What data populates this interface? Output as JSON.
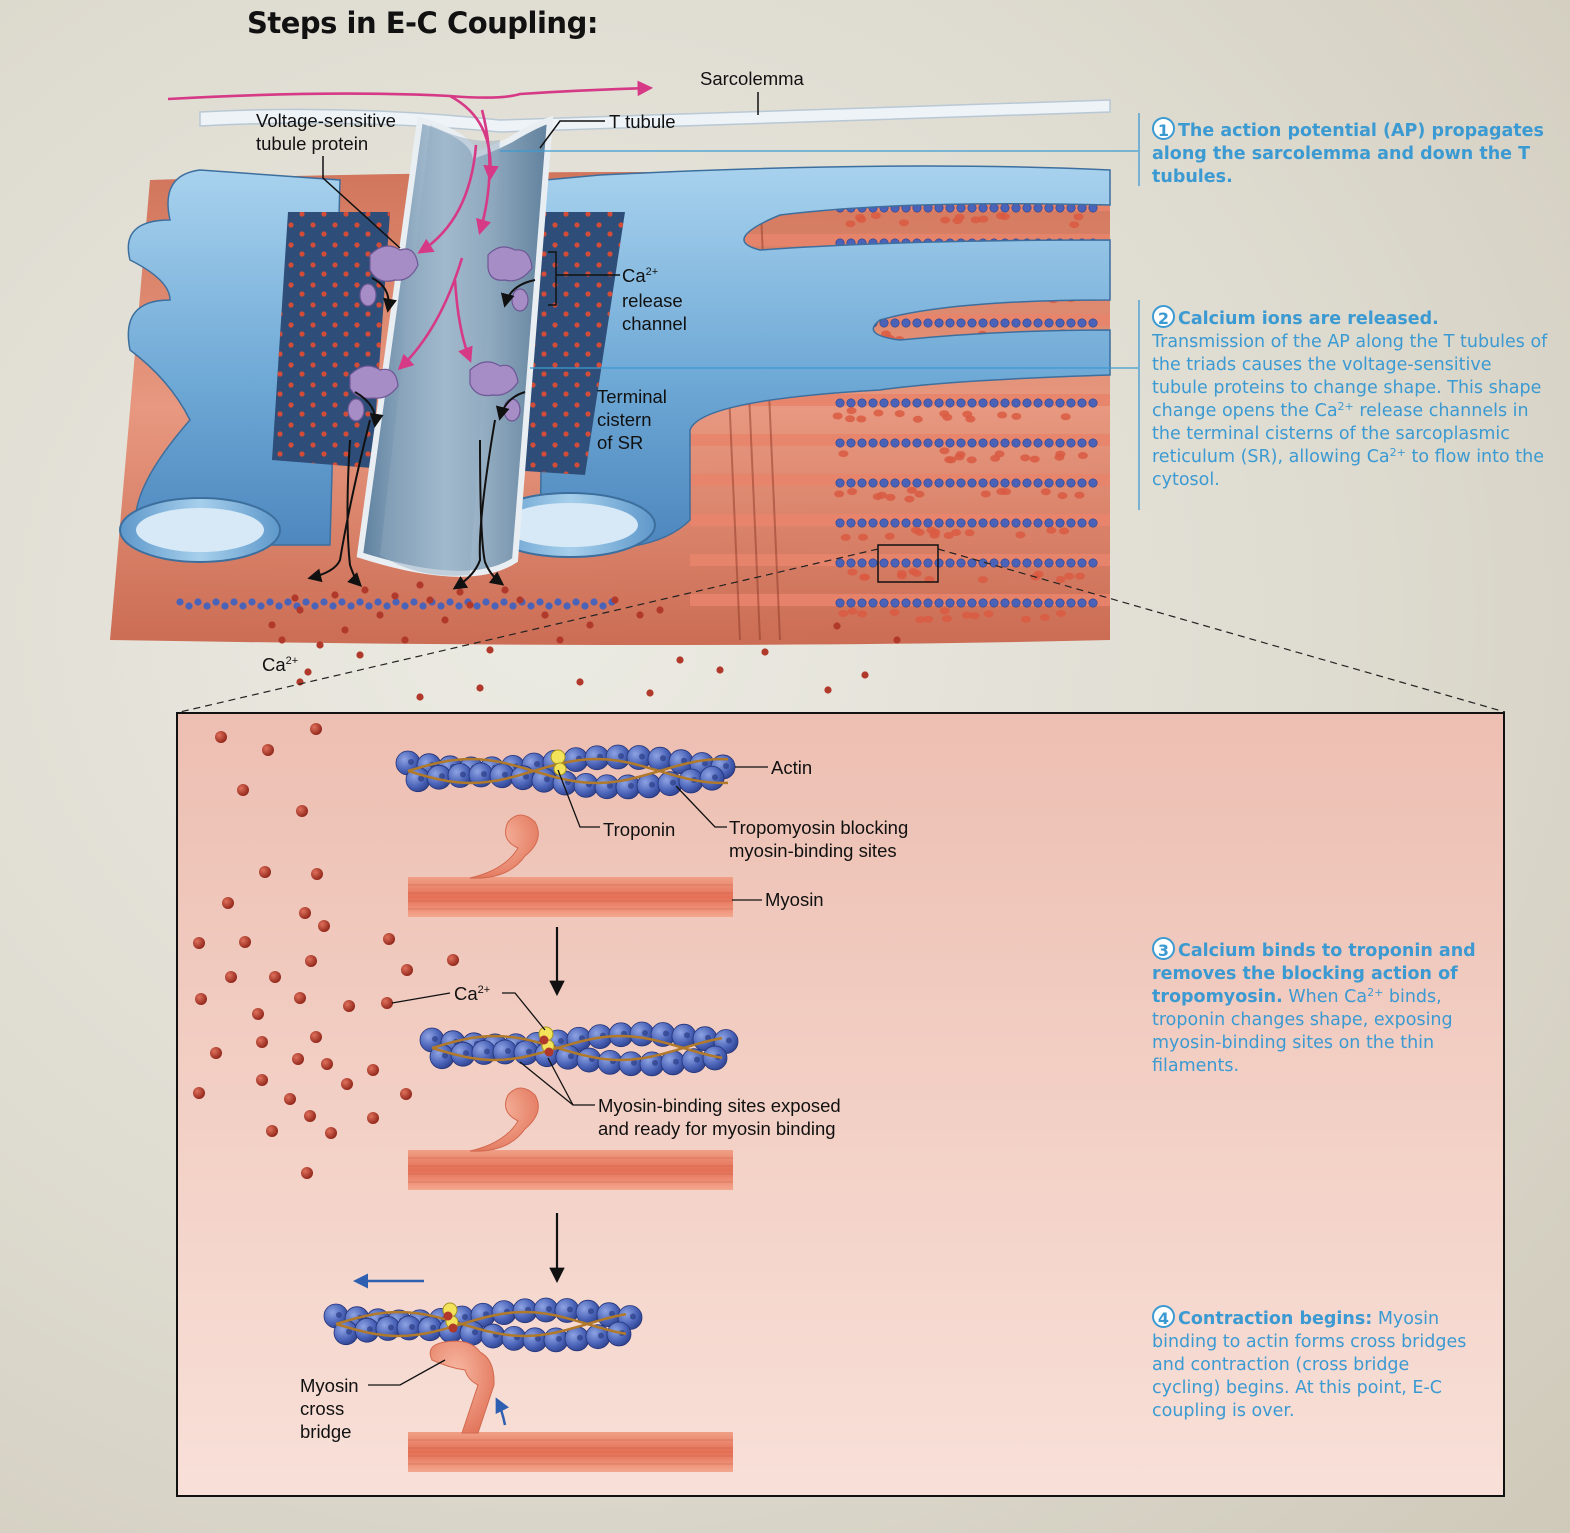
{
  "title": "Steps in E-C Coupling:",
  "labels": {
    "sarcolemma": "Sarcolemma",
    "voltage_sensitive_1": "Voltage-sensitive",
    "voltage_sensitive_2": "tubule protein",
    "t_tubule": "T tubule",
    "ca_release_1": "Ca",
    "ca_release_2": "release",
    "ca_release_3": "channel",
    "terminal_1": "Terminal",
    "terminal_2": "cistern",
    "terminal_3": "of SR",
    "ca_top": "Ca",
    "actin": "Actin",
    "troponin": "Troponin",
    "tropomyosin_1": "Tropomyosin blocking",
    "tropomyosin_2": "myosin-binding sites",
    "myosin": "Myosin",
    "ca_mid": "Ca",
    "exposed_1": "Myosin-binding sites exposed",
    "exposed_2": "and ready for myosin binding",
    "cross_1": "Myosin",
    "cross_2": "cross",
    "cross_3": "bridge",
    "ion_charge": "2+"
  },
  "steps": [
    {
      "num": "1",
      "head": "The action potential (AP) propagates along the sarcolemma and down the T tubules.",
      "body_a": "",
      "body_b": "",
      "body_c": ""
    },
    {
      "num": "2",
      "head": "Calcium ions are released.",
      "body_a": " Transmission of the AP along the T tubules of the triads causes the voltage-sensitive tubule proteins to change shape. This shape change opens the Ca",
      "body_b": " release channels in the terminal cisterns of the sarcoplasmic reticulum (SR), allowing Ca",
      "body_c": " to flow into the cytosol."
    },
    {
      "num": "3",
      "head": "Calcium binds to troponin and removes the blocking action of tropomyosin.",
      "body_a": " When Ca",
      "body_b": " binds, troponin changes shape, exposing myosin-binding sites on the thin filaments.",
      "body_c": ""
    },
    {
      "num": "4",
      "head": "Contraction begins:",
      "body_a": " Myosin binding to actin forms cross bridges and contraction (cross bridge cycling) begins. At this point, E-C coupling is over.",
      "body_b": "",
      "body_c": ""
    }
  ],
  "colors": {
    "step_text": "#3c9ad2",
    "ap_arrow": "#d63a86",
    "calcium": "#b0392b",
    "actin": "#4a63b8",
    "myosin": "#e4755c",
    "sr": "#7cb6df",
    "inset_bg": "#f2cfc4"
  }
}
